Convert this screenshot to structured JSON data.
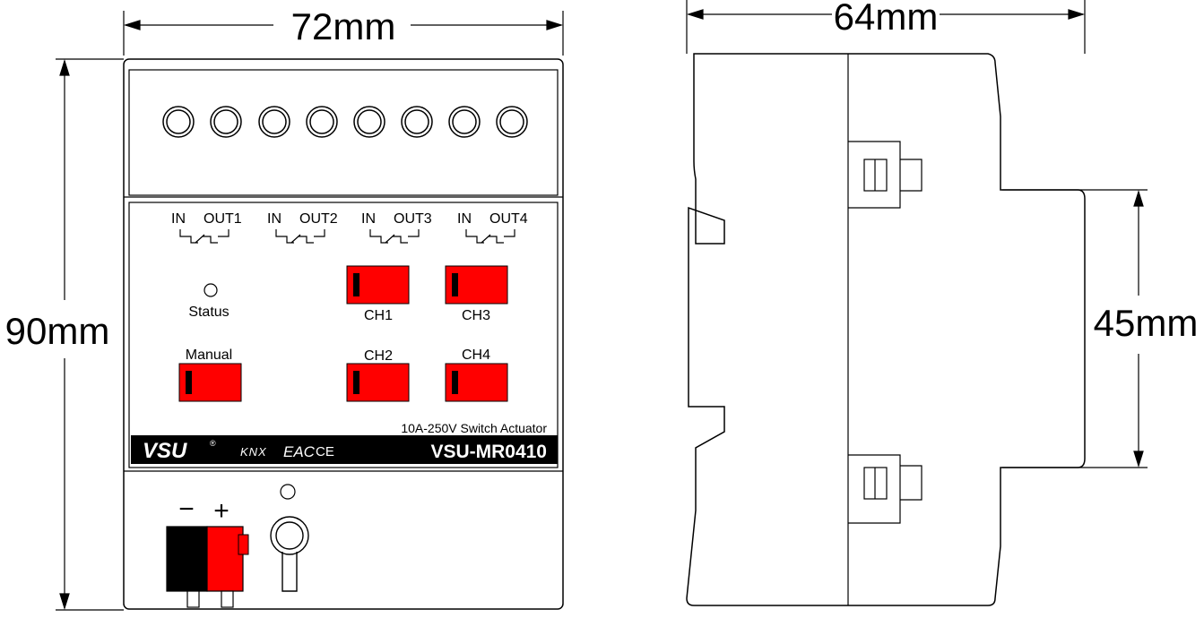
{
  "dimensions": {
    "width": "72mm",
    "height": "90mm",
    "depth": "64mm",
    "rail_height": "45mm"
  },
  "terminals": {
    "count": 8
  },
  "channels": [
    {
      "in": "IN",
      "out": "OUT1"
    },
    {
      "in": "IN",
      "out": "OUT2"
    },
    {
      "in": "IN",
      "out": "OUT3"
    },
    {
      "in": "IN",
      "out": "OUT4"
    }
  ],
  "indicators": {
    "status": "Status",
    "manual": "Manual"
  },
  "buttons": {
    "ch1": "CH1",
    "ch2": "CH2",
    "ch3": "CH3",
    "ch4": "CH4"
  },
  "product": {
    "description": "10A-250V  Switch Actuator",
    "brand": "VSU",
    "brand_mark": "®",
    "knx": "KNX",
    "eac": "EAC",
    "ce": "CE",
    "model": "VSU-MR0410"
  },
  "bus": {
    "minus": "−",
    "plus": "+"
  },
  "colors": {
    "button_red": "#ff0000",
    "bus_red": "#ff0000",
    "bus_black": "#000000",
    "label_bar": "#000000"
  }
}
